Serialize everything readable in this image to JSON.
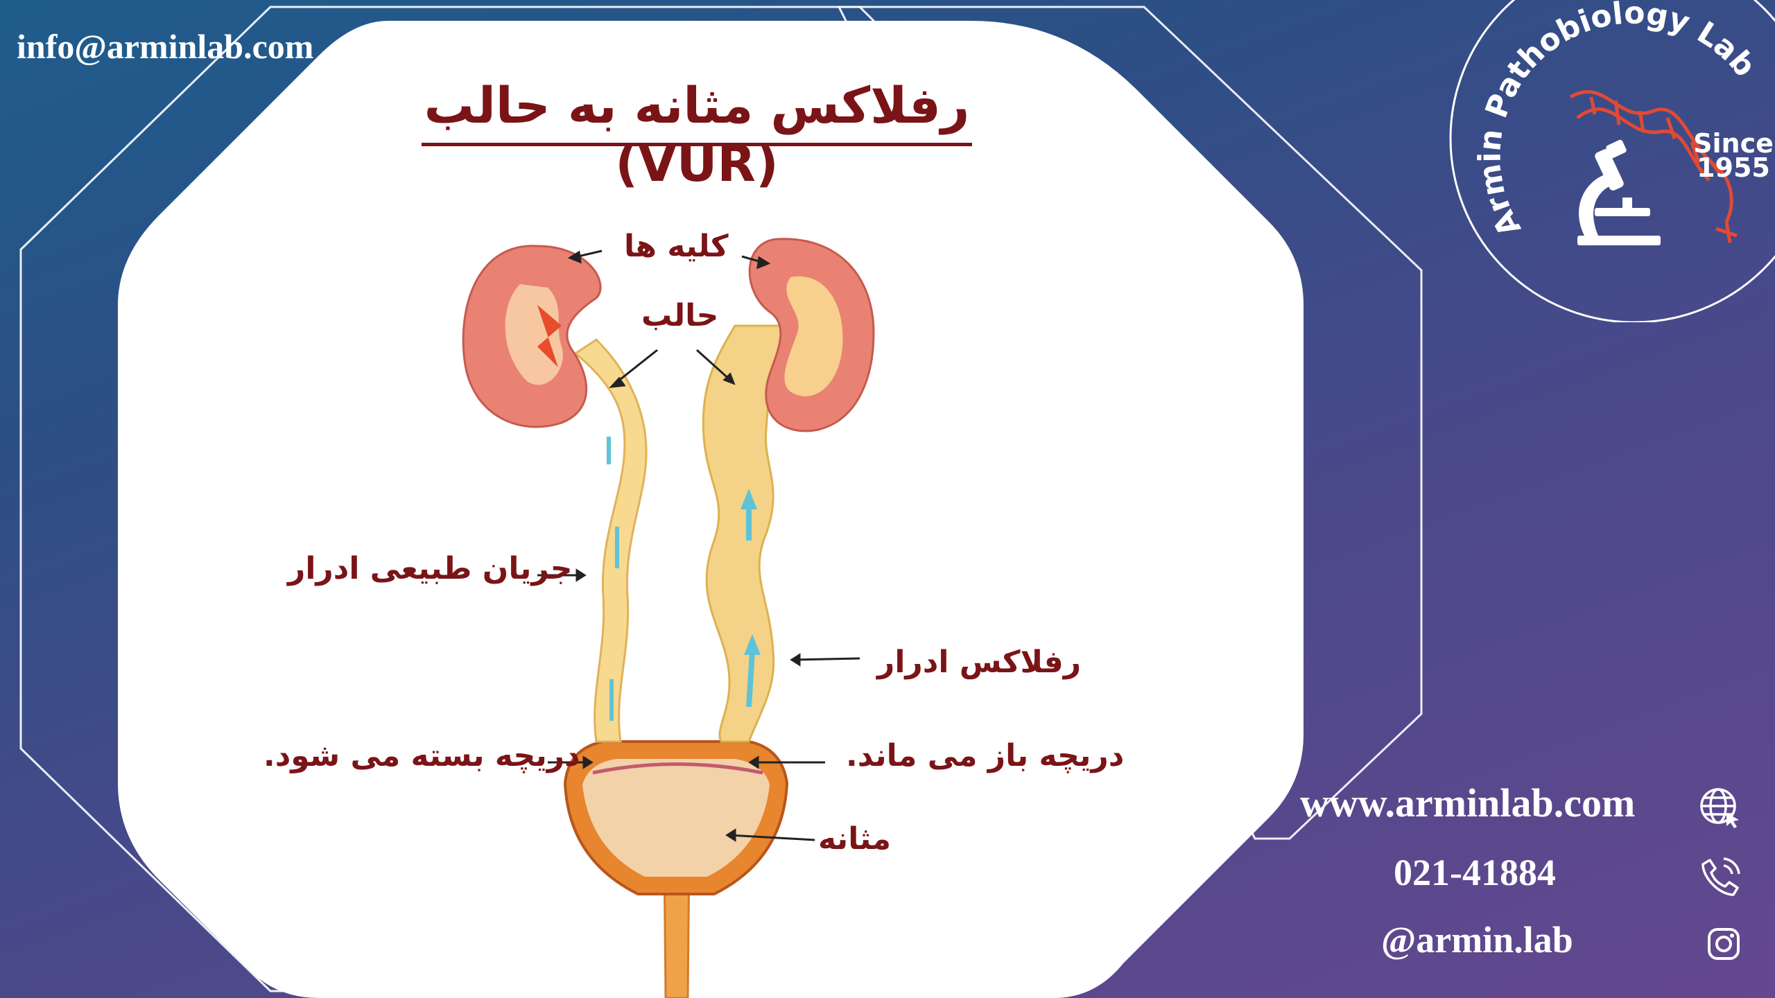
{
  "header": {
    "email": "info@arminlab.com"
  },
  "diagram": {
    "title": "رفلاکس مثانه به حالب (VUR)",
    "labels": {
      "kidneys": "کلیه ها",
      "ureter": "حالب",
      "normal_flow": "جریان طبیعی ادرار",
      "reflux": "رفلاکس ادرار",
      "valve_closed": "دریچه بسته می شود.",
      "valve_open": "دریچه باز می ماند.",
      "bladder": "مثانه"
    }
  },
  "logo": {
    "name": "Armin Pathobiology Lab",
    "since": "Since",
    "year": "1955"
  },
  "contact": {
    "website": "www.arminlab.com",
    "phone": "021-41884",
    "instagram": "@armin.lab"
  },
  "icons": [
    "globe-icon",
    "phone-icon",
    "instagram-icon",
    "microscope-icon",
    "dna-icon"
  ],
  "colors": {
    "accent": "#7a1417",
    "bg_top": "#1e5d8c",
    "bg_bottom": "#65488f",
    "logo_red": "#e04a35"
  }
}
